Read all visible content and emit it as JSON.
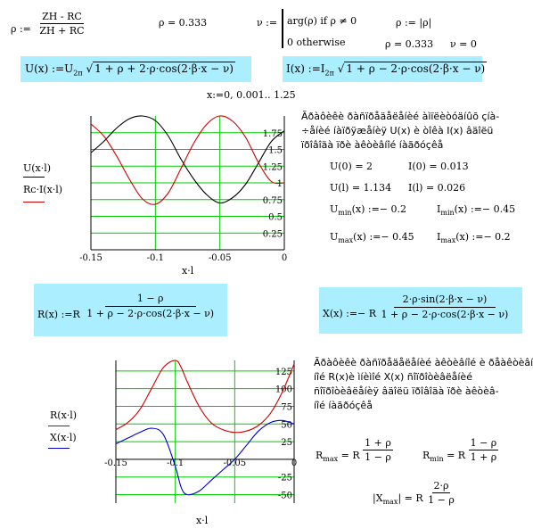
{
  "defs": {
    "rho_lhs": "ρ :=",
    "rho_num": "Zₕ −  Rᴄ",
    "rho_num_text": "ZH -  RC",
    "rho_den_text": "ZH + RC",
    "rho_value": "ρ  = 0.333",
    "nu_lhs": "ν :=",
    "nu_case1": "arg(ρ)   if  ρ ≠ 0",
    "nu_case2": "0   otherwise",
    "rho_abs": "ρ := |ρ|",
    "rho_abs_value": "ρ  = 0.333",
    "nu_value": "ν  = 0"
  },
  "formulas": {
    "U_lhs": "U(x) :=U",
    "U_sub": "2π",
    "U_rad": "1 + ρ  + 2·ρ·cos(2·β·x −  ν)",
    "I_lhs": "I(x) :=I",
    "I_sub": "2π",
    "I_rad": "1 + ρ  −  2·ρ·cos(2·β·x −  ν)",
    "range": "x:=0, 0.001.. 1.25",
    "R_lhs": "R(x) :=R",
    "R_num": "1 −  ρ",
    "R_den": "1 + ρ  −  2·ρ·cos(2·β·x −  ν)",
    "X_lhs": "X(x) :=− R",
    "X_num": "2·ρ·sin(2·β·x −  ν)",
    "X_den": "1 + ρ  −  2·ρ·cos(2·β·x −  ν)"
  },
  "text1": {
    "line1": "Ãðàôèêè ðàñïðåäåëåíèé àìïëèòóäíûõ çíà-",
    "line2": "÷åíèé  íàïðÿæåíèÿ     U(x)  è  òîêà  I(x) âäîëü",
    "line3": "ïðîâîäà ïðè àêòèâíîé íàãðóçêå"
  },
  "values1": {
    "U0": "U(0)  = 2",
    "I0": "I(0)  = 0.013",
    "Ul": "U(l)  = 1.134",
    "Il": "I(l)  = 0.026",
    "Umin": "U",
    "Umin_sub": "min",
    "Umin_rest": "(x) :=− 0.2",
    "Imin": "I",
    "Imin_sub": "min",
    "Imin_rest": "(x) :=− 0.45",
    "Umax": "U",
    "Umax_sub": "max",
    "Umax_rest": "(x) :=− 0.45",
    "Imax": "I",
    "Imax_sub": "max",
    "Imax_rest": "(x) :=− 0.2"
  },
  "text2": {
    "line1": "Ãðàôèêè ðàñïðåäåëåíèé àêòèâíîé è ðåàêòèâíîé",
    "line2": "íîé  R(x)è  ìíèìîé      X(x)  ñîïðîòèâëåíèé",
    "line3": "ñîïðîòèâëåíèÿ     âäîëü ïðîâîäà ïðè àêòèâ-",
    "line4": "íîé íàãðóçêå"
  },
  "values2": {
    "Rmax": "R",
    "Rmax_sub": "max",
    "Rmax_eq": "= R",
    "Rmax_num": "1 + ρ",
    "Rmax_den": "1 −  ρ",
    "Rmin": "R",
    "Rmin_sub": "min",
    "Rmin_eq": "= R",
    "Rmin_num": "1 −  ρ",
    "Rmin_den": "1 + ρ",
    "Xmax": "X",
    "Xmax_sub": "max",
    "Xmax_eq": "= R",
    "Xmax_num": "2·ρ",
    "Xmax_den": "1 −  ρ"
  },
  "chart_data": [
    {
      "type": "line",
      "xlabel": "x·l",
      "ylabel_series": [
        "U(x·l)",
        "Rᴄ·I(x·l)"
      ],
      "xlim": [
        -0.15,
        0
      ],
      "ylim": [
        0,
        2
      ],
      "x_ticks": [
        "-0.15",
        "-0.1",
        "-0.05",
        "0"
      ],
      "y_ticks": [
        "1.75",
        "1.5",
        "1.25",
        "1",
        "0.75",
        "0.5",
        "0.25"
      ],
      "y_tick_values": [
        1.75,
        1.5,
        1.25,
        1,
        0.75,
        0.5,
        0.25
      ],
      "series": [
        {
          "name": "U(x·l)",
          "color": "#000000",
          "x": [
            -0.15,
            -0.14,
            -0.13,
            -0.12,
            -0.11,
            -0.1,
            -0.09,
            -0.08,
            -0.07,
            -0.06,
            -0.05,
            -0.04,
            -0.03,
            -0.02,
            -0.01,
            0
          ],
          "y": [
            1.45,
            1.62,
            1.82,
            1.96,
            2.0,
            1.93,
            1.7,
            1.35,
            1.05,
            0.82,
            0.7,
            0.78,
            0.98,
            1.3,
            1.62,
            1.78
          ]
        },
        {
          "name": "Rᴄ·I(x·l)",
          "color": "#cc0000",
          "x": [
            -0.15,
            -0.14,
            -0.13,
            -0.12,
            -0.11,
            -0.1,
            -0.09,
            -0.08,
            -0.07,
            -0.06,
            -0.05,
            -0.04,
            -0.03,
            -0.02,
            -0.01,
            0
          ],
          "y": [
            1.88,
            1.7,
            1.4,
            1.05,
            0.76,
            0.68,
            0.85,
            1.22,
            1.6,
            1.88,
            2.0,
            1.92,
            1.68,
            1.3,
            1.02,
            1.0
          ]
        }
      ]
    },
    {
      "type": "line",
      "xlabel": "x·l",
      "ylabel_series": [
        "R(x·l)",
        "X(x·l)"
      ],
      "xlim": [
        -0.15,
        0
      ],
      "ylim": [
        -62,
        140
      ],
      "x_ticks": [
        "-0.15",
        "-0.1",
        "-0.05",
        "0"
      ],
      "y_ticks": [
        "125",
        "100",
        "75",
        "50",
        "25",
        "-25",
        "-50"
      ],
      "y_tick_values": [
        125,
        100,
        75,
        50,
        25,
        -25,
        -50
      ],
      "series": [
        {
          "name": "R(x·l)",
          "color": "#cc0000",
          "x": [
            -0.15,
            -0.14,
            -0.13,
            -0.12,
            -0.11,
            -0.1,
            -0.095,
            -0.09,
            -0.08,
            -0.07,
            -0.06,
            -0.05,
            -0.04,
            -0.03,
            -0.02,
            -0.01,
            0
          ],
          "y": [
            42,
            52,
            70,
            100,
            130,
            140,
            130,
            110,
            75,
            52,
            42,
            38,
            40,
            48,
            65,
            95,
            135
          ]
        },
        {
          "name": "X(x·l)",
          "color": "#0000cc",
          "x": [
            -0.15,
            -0.14,
            -0.13,
            -0.12,
            -0.11,
            -0.1,
            -0.095,
            -0.09,
            -0.08,
            -0.07,
            -0.06,
            -0.05,
            -0.04,
            -0.03,
            -0.02,
            -0.01,
            0
          ],
          "y": [
            22,
            30,
            38,
            44,
            35,
            -10,
            -40,
            -50,
            -45,
            -30,
            -15,
            0,
            20,
            40,
            52,
            55,
            50
          ]
        }
      ]
    }
  ]
}
